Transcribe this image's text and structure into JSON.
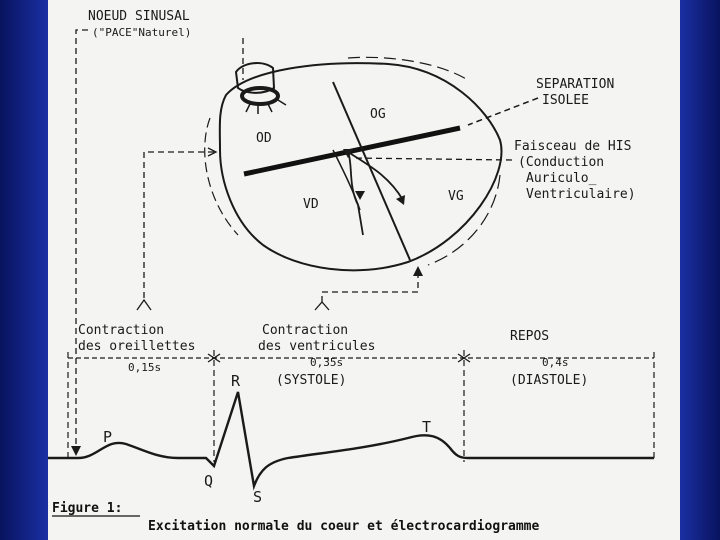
{
  "heart": {
    "sinus_node_line1": "NOEUD SINUSAL",
    "sinus_node_line2": "(\"PACE\"Naturel)",
    "separation_line1": "SEPARATION",
    "separation_line2": "ISOLEE",
    "his_line1": "Faisceau de HIS",
    "his_line2": "(Conduction",
    "his_line3": "Auriculo_",
    "his_line4": "Ventriculaire)",
    "og": "OG",
    "od": "OD",
    "vd": "VD",
    "vg": "VG"
  },
  "phases": {
    "atria_line1": "Contraction",
    "atria_line2": "des oreillettes",
    "atria_duration": "0,15s",
    "ventricles_line1": "Contraction",
    "ventricles_line2": "des ventricules",
    "systole_duration": "0,35s",
    "systole_label": "(SYSTOLE)",
    "rest_label": "REPOS",
    "diastole_duration": "0,4s",
    "diastole_label": "(DIASTOLE)"
  },
  "ecg": {
    "p": "P",
    "q": "Q",
    "r": "R",
    "s": "S",
    "t": "T"
  },
  "caption": {
    "label": "Figure 1:",
    "text": "Excitation normale du coeur et électrocardiogramme"
  }
}
